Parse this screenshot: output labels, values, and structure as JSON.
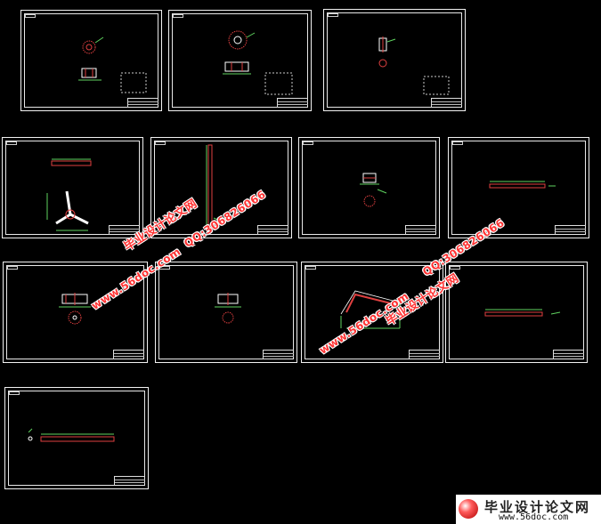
{
  "watermark": {
    "site_title": "毕业设计论文网",
    "url": "www.56doc.com",
    "qq": "QQ:306826066"
  },
  "logo": {
    "brand": "毕业设计论文网",
    "site": "www.56doc.com"
  },
  "colors": {
    "background": "#000000",
    "border": "#f2f2f2",
    "dimension_green": "#5fd35f",
    "part_red": "#e04040",
    "watermark_red": "#ff3333"
  }
}
